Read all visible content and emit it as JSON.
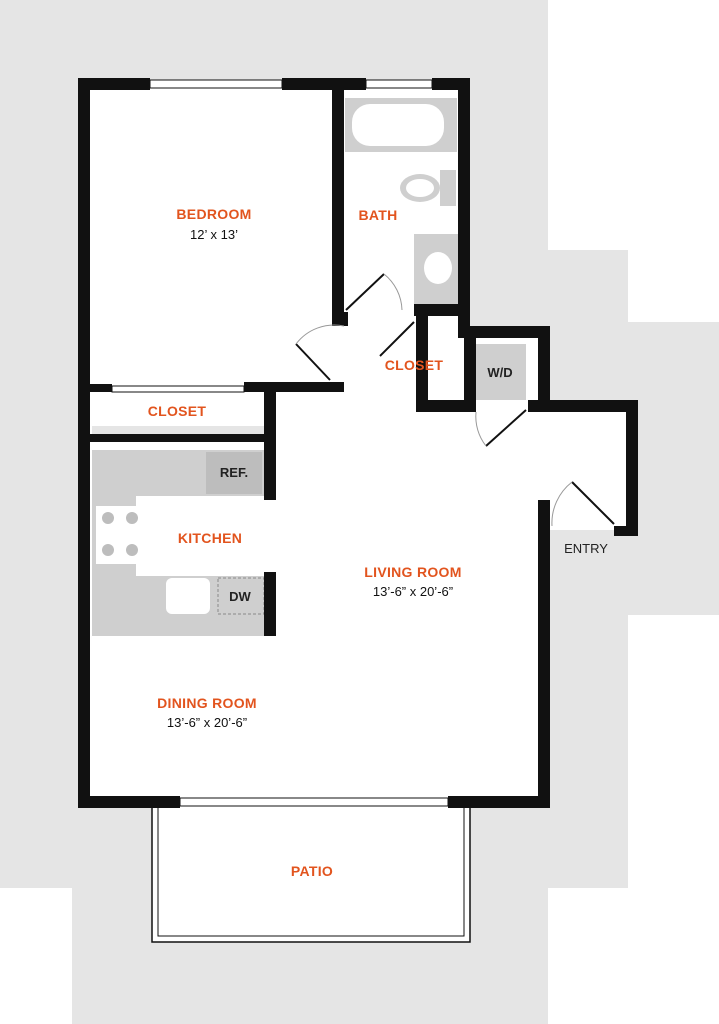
{
  "colors": {
    "label": "#e2541e",
    "walls": "#111111",
    "background_lot": "#e5e5e5",
    "fixtures": "#cfcfcf"
  },
  "rooms": {
    "bedroom": {
      "name": "BEDROOM",
      "dims": "12’ x 13’"
    },
    "bath": {
      "name": "BATH"
    },
    "closet_bath": {
      "name": "CLOSET"
    },
    "closet_bedroom": {
      "name": "CLOSET"
    },
    "washer_dryer": {
      "name": "W/D"
    },
    "refrigerator": {
      "name": "REF."
    },
    "kitchen": {
      "name": "KITCHEN"
    },
    "dishwasher": {
      "name": "DW"
    },
    "living_room": {
      "name": "LIVING ROOM",
      "dims": "13’-6” x 20’-6”"
    },
    "dining_room": {
      "name": "DINING ROOM",
      "dims": "13’-6” x 20’-6”"
    },
    "entry": {
      "name": "ENTRY"
    },
    "patio": {
      "name": "PATIO"
    }
  }
}
